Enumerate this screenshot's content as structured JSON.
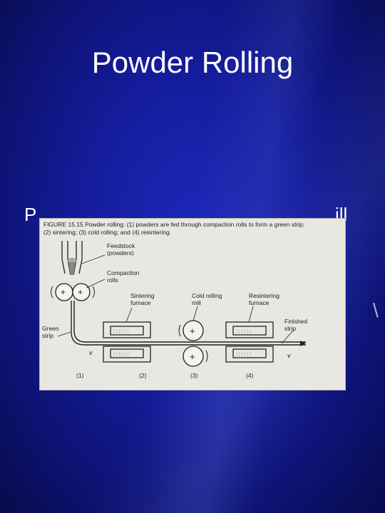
{
  "slide": {
    "title": "Powder Rolling",
    "bullet_lead": "P",
    "bullet_tail": "ill"
  },
  "figure": {
    "caption_line1": "FIGURE 15.15   Powder rolling: (1) powders are fed through compaction rolls to form a green strip;",
    "caption_line2": "(2) sintering; (3) cold rolling; and (4) resintering.",
    "labels": {
      "feedstock": "Feedstock",
      "powders": "(powders)",
      "compaction": "Compaction",
      "rolls": "rolls",
      "sintering": "Sintering",
      "furnace1": "furnace",
      "cold_rolling": "Cold rolling",
      "mill": "mill",
      "resintering": "Resintering",
      "furnace2": "furnace",
      "finished": "Finished",
      "strip": "strip",
      "green": "Green",
      "green_strip": "strip",
      "v1": "v",
      "v2": "v",
      "step1": "(1)",
      "step2": "(2)",
      "step3": "(3)",
      "step4": "(4)"
    }
  },
  "colors": {
    "background": "#141c9c",
    "text": "#ffffff",
    "figure_bg": "#e9e7e2"
  }
}
